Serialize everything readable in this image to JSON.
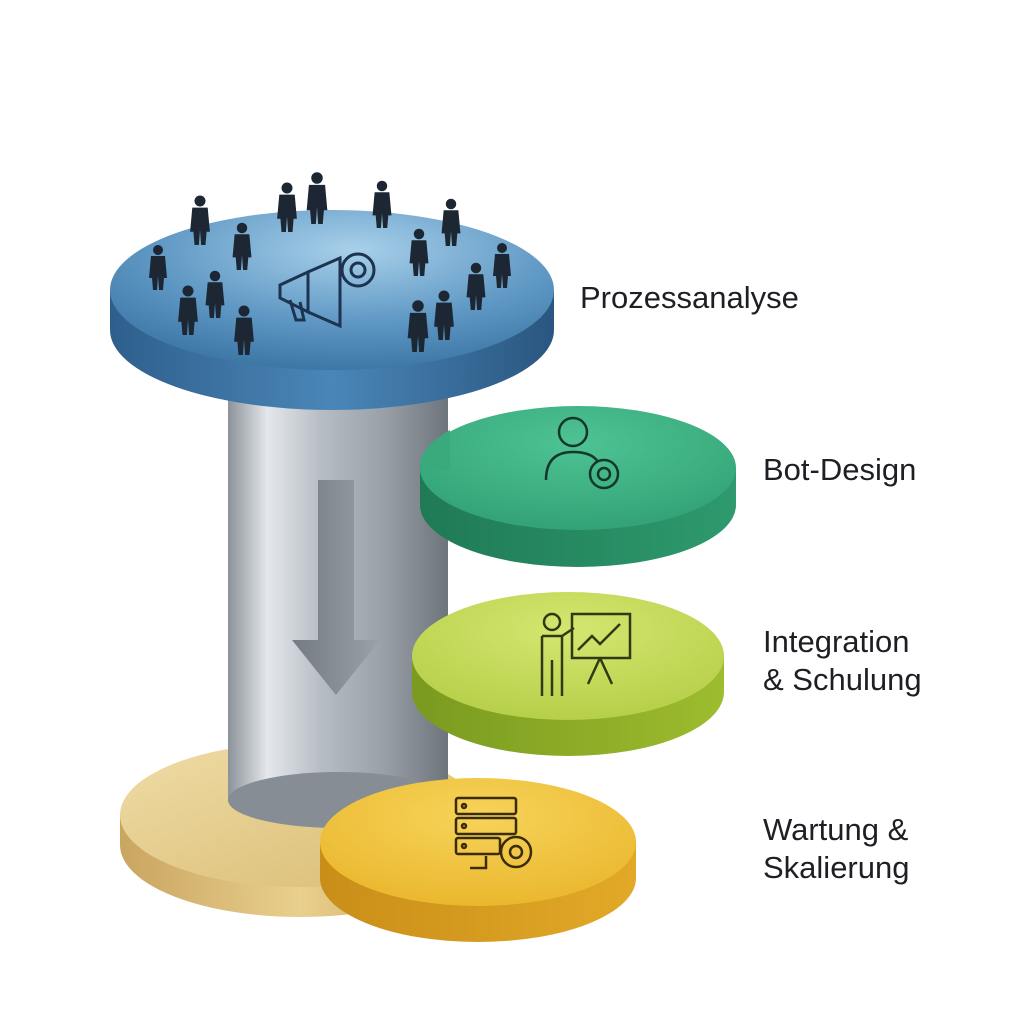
{
  "diagram": {
    "stages": [
      {
        "lines": [
          "Prozessanalyse"
        ],
        "icon": "megaphone-gear-icon",
        "color": "#3f78a8"
      },
      {
        "lines": [
          "Bot-Design"
        ],
        "icon": "user-gear-icon",
        "color": "#2e9e72"
      },
      {
        "lines": [
          "Integration",
          "& Schulung"
        ],
        "icon": "presentation-board-icon",
        "color": "#a8c93a"
      },
      {
        "lines": [
          "Wartung &",
          "Skalierung"
        ],
        "icon": "server-gear-icon",
        "color": "#e8b930"
      }
    ],
    "flow_direction": "down",
    "figures": "business-people-silhouettes"
  }
}
